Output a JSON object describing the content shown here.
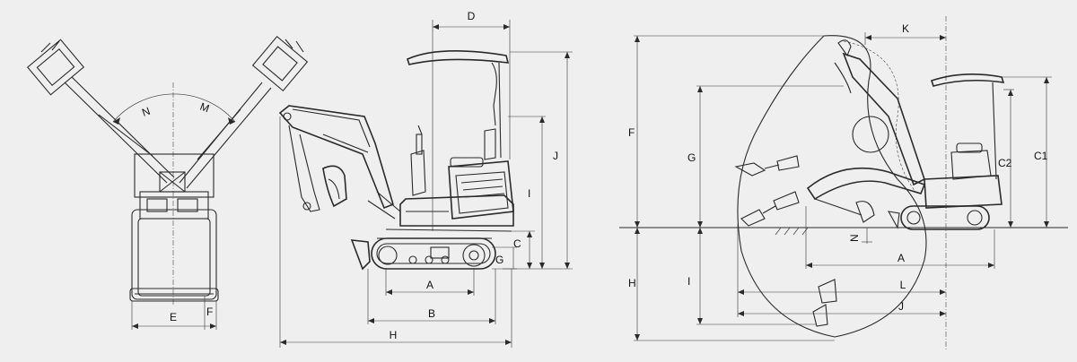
{
  "front_view": {
    "labels": {
      "N": "N",
      "M": "M",
      "E": "E",
      "F": "F"
    }
  },
  "side_view": {
    "labels": {
      "D": "D",
      "J": "J",
      "I": "I",
      "C": "C",
      "G": "G",
      "A": "A",
      "B": "B",
      "H": "H"
    }
  },
  "reach_view": {
    "labels": {
      "K": "K",
      "F": "F",
      "G": "G",
      "C2": "C2",
      "C1": "C1",
      "N": "N",
      "A": "A",
      "L": "L",
      "J": "J",
      "H": "H",
      "I": "I"
    }
  },
  "colors": {
    "background": "#efefef",
    "line": "#2a2a2a"
  }
}
